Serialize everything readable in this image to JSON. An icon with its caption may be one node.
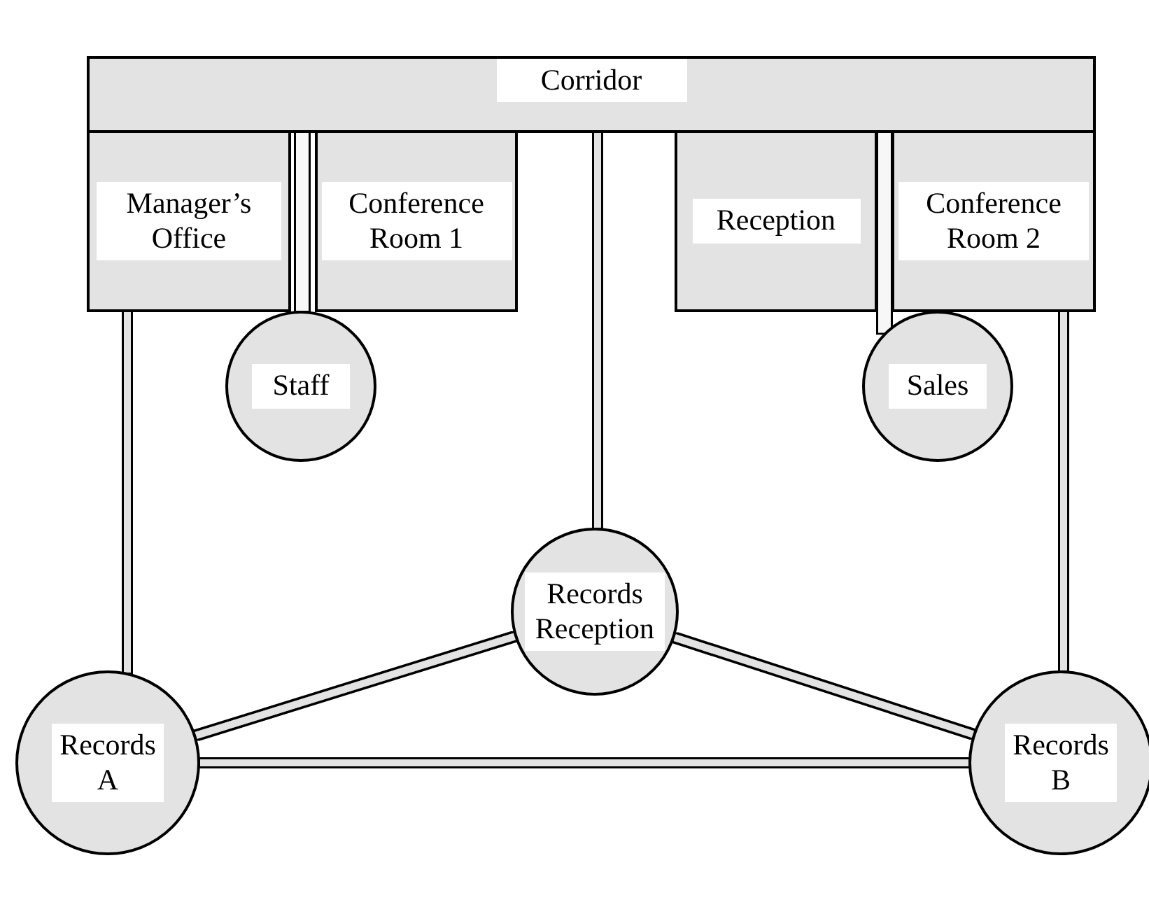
{
  "diagram": {
    "nodes": [
      {
        "text": [
          "Corridor"
        ]
      },
      {
        "text": [
          "Manager’s Office"
        ]
      },
      {
        "text": [
          "Conference Room 1"
        ]
      },
      {
        "text": [
          "Reception"
        ]
      },
      {
        "text": [
          "Conference Room 2"
        ]
      },
      {
        "text": [
          "Staff"
        ]
      },
      {
        "text": [
          "Sales"
        ]
      },
      {
        "text": [
          "Records Reception"
        ]
      },
      {
        "text": [
          "Records A"
        ]
      },
      {
        "text": [
          "Records B"
        ]
      }
    ],
    "edges": [
      {
        "from": 0,
        "to": 5,
        "arrow": "none",
        "style": "thick",
        "color": "#f7f7f7"
      },
      {
        "from": 0,
        "to": 6,
        "arrow": "none",
        "style": "thick",
        "color": "#f7f7f7"
      },
      {
        "from": 0,
        "to": 7,
        "arrow": "none"
      },
      {
        "from": 1,
        "to": 8,
        "arrow": "none"
      },
      {
        "from": 4,
        "to": 9,
        "arrow": "none"
      },
      {
        "from": 7,
        "to": 8,
        "arrow": "none"
      },
      {
        "from": 7,
        "to": 9,
        "arrow": "none"
      },
      {
        "from": 8,
        "to": 9,
        "arrow": "none"
      }
    ]
  }
}
